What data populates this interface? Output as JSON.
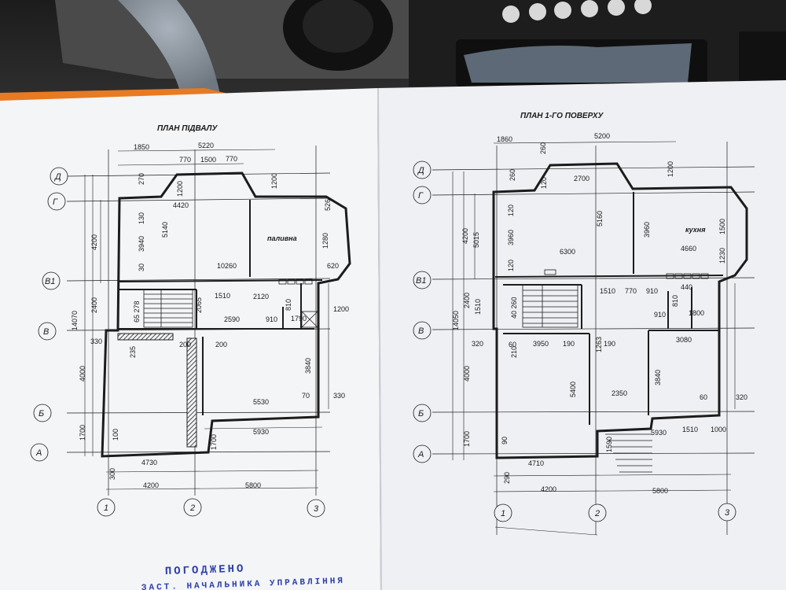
{
  "left_plan": {
    "title": "ПЛАН ПІДВАЛУ",
    "axes_rows": [
      "Д",
      "Г",
      "В1",
      "В",
      "Б",
      "А"
    ],
    "axes_cols": [
      "1",
      "2",
      "3"
    ],
    "room_label": "паливна",
    "dims": {
      "d1850": "1850",
      "d5220": "5220",
      "d770a": "770",
      "d1500": "1500",
      "d770b": "770",
      "d270": "270",
      "d1200a": "1200",
      "d1200b": "1200",
      "d4420": "4420",
      "d526": "526",
      "d4200": "4200",
      "d130": "130",
      "d3940": "3940",
      "d5140": "5140",
      "d30": "30",
      "d1280": "1280",
      "d10260": "10260",
      "d620": "620",
      "d14070": "14070",
      "d2400": "2400",
      "d1510": "1510",
      "d2120": "2120",
      "d810": "810",
      "d2065": "2065",
      "d65278": "65 278",
      "d1200c": "1200",
      "d2590": "2590",
      "d910": "910",
      "d1790": "1790",
      "d330a": "330",
      "d200a": "200",
      "d200b": "200",
      "d235": "235",
      "d4000": "4000",
      "d3840": "3840",
      "d70": "70",
      "d330b": "330",
      "d5530": "5530",
      "d5930": "5930",
      "d1700a": "1700",
      "d100": "100",
      "d1700b": "1700",
      "d4730": "4730",
      "d300": "300",
      "d4200b": "4200",
      "d5800": "5800"
    }
  },
  "right_plan": {
    "title": "ПЛАН 1-ГО ПОВЕРХУ",
    "axes_rows": [
      "Д",
      "Г",
      "В1",
      "В",
      "Б",
      "А"
    ],
    "axes_cols": [
      "1",
      "2",
      "3"
    ],
    "room_label": "кухня",
    "dims": {
      "d1860": "1860",
      "d5200": "5200",
      "d260a": "260",
      "d260b": "260",
      "d1200": "1200",
      "d2700": "2700",
      "d120a": "120",
      "d120b": "120",
      "d4200": "4200",
      "d5015": "5015",
      "d3960a": "3960",
      "d5160": "5160",
      "d3960b": "3960",
      "d1500": "1500",
      "d4660": "4660",
      "d6300": "6300",
      "d1230": "1230",
      "d120c": "120",
      "d14050": "14050",
      "d2400": "2400",
      "d1510a": "1510",
      "d1510b": "1510",
      "d770": "770",
      "d910a": "910",
      "d440": "440",
      "d810": "810",
      "d1800": "1800",
      "d40260": "40 260",
      "d910b": "910",
      "d320a": "320",
      "d60a": "60",
      "d3950": "3950",
      "d190a": "190",
      "d1263": "1263",
      "d190b": "190",
      "d3080": "3080",
      "d210": "210",
      "d4000": "4000",
      "d5400": "5400",
      "d3840": "3840",
      "d2350": "2350",
      "d60b": "60",
      "d320b": "320",
      "d5930": "5930",
      "d1510c": "1510",
      "d1000": "1000",
      "d1700": "1700",
      "d90": "90",
      "d1590": "1590",
      "d290": "290",
      "d4710": "4710",
      "d4200b": "4200",
      "d5800": "5800"
    }
  },
  "stamp": {
    "line1": "ПОГОДЖЕНО",
    "line2": "ЗАСТ. НАЧАЛЬНИКА УПРАВЛІННЯ"
  }
}
